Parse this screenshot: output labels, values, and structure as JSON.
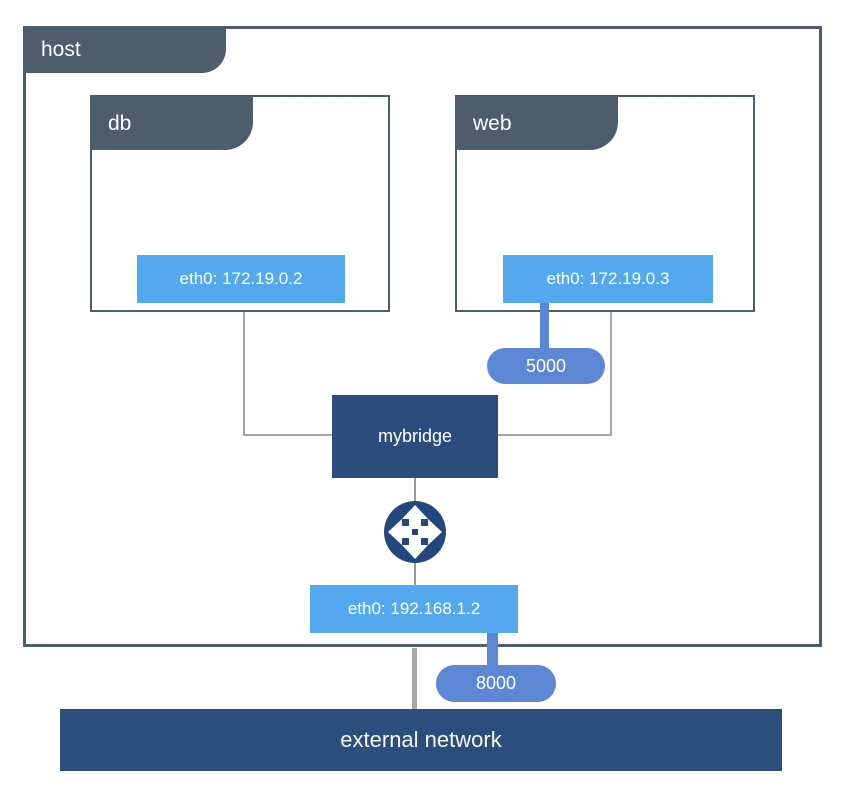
{
  "diagram": {
    "host": {
      "label": "host",
      "interface": "eth0: 192.168.1.2"
    },
    "containers": [
      {
        "id": "db",
        "label": "db",
        "interface": "eth0: 172.19.0.2"
      },
      {
        "id": "web",
        "label": "web",
        "interface": "eth0: 172.19.0.3"
      }
    ],
    "bridge": {
      "label": "mybridge"
    },
    "ports": [
      {
        "label": "5000",
        "attached_to": "web"
      },
      {
        "label": "8000",
        "attached_to": "host"
      }
    ],
    "external": {
      "label": "external network"
    }
  },
  "colors": {
    "slate": "#4d5d6c",
    "interface_blue": "#54a9ee",
    "port_blue": "#5c87d5",
    "bridge_navy": "#2b4c7d",
    "router_navy": "#24477e",
    "external_navy": "#2c4e7d",
    "line_gray": "#a6a6a6"
  }
}
